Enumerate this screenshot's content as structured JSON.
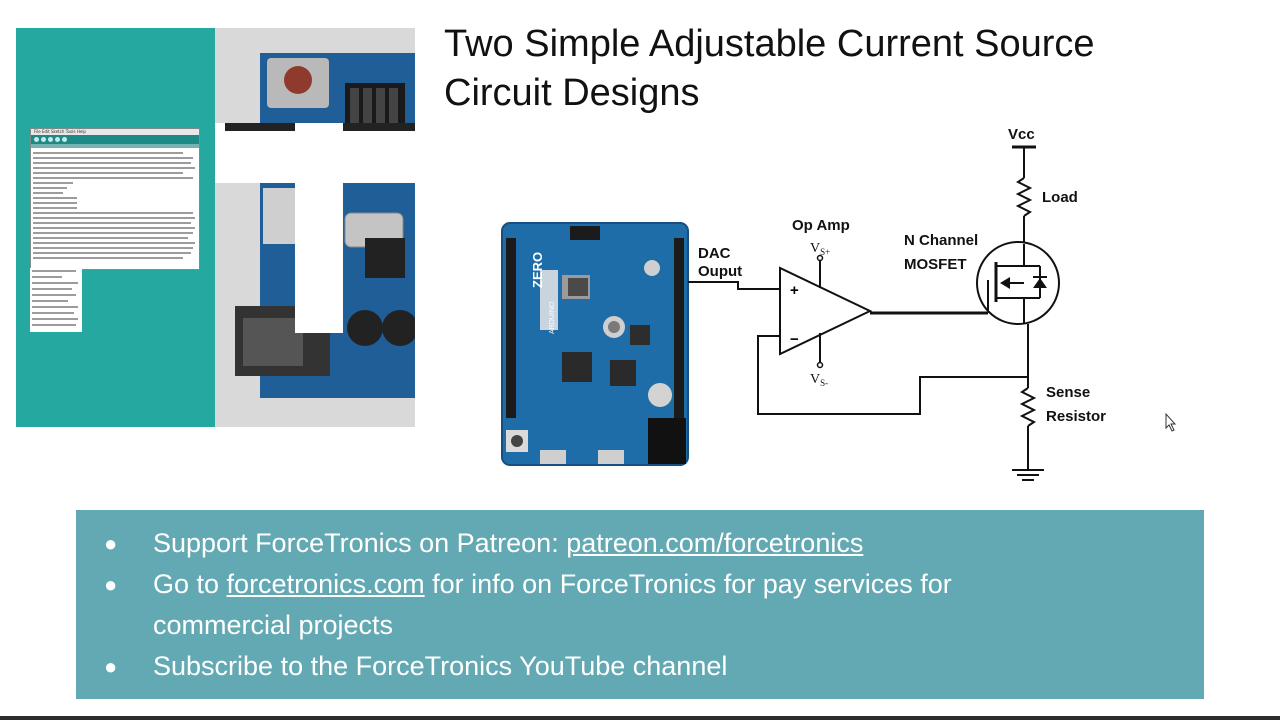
{
  "slide": {
    "title_line1": "Two Simple Adjustable Current Source",
    "title_line2": "Circuit Designs"
  },
  "logo": {
    "ide_menu": "File Edit Sketch Tools Help"
  },
  "diagram": {
    "vcc_label": "Vcc",
    "load_label": "Load",
    "opamp_label": "Op Amp",
    "vs_plus_base": "V",
    "vs_plus_sub": "S+",
    "vs_minus_base": "V",
    "vs_minus_sub": "S-",
    "plus_sign": "+",
    "minus_sign": "−",
    "dac_line1": "DAC",
    "dac_line2": "Ouput",
    "mosfet_line1": "N Channel",
    "mosfet_line2": "MOSFET",
    "sense_line1": "Sense",
    "sense_line2": "Resistor",
    "board_brand": "ZERO",
    "board_maker": "ARDUINO"
  },
  "bullets": {
    "dot": "●",
    "b1_text": "Support ForceTronics on Patreon: ",
    "b1_link": "patreon.com/forcetronics",
    "b2_prefix": "Go to ",
    "b2_link": "forcetronics.com",
    "b2_suffix": " for info on ForceTronics for pay services for commercial projects",
    "b3_text": "Subscribe to the ForceTronics YouTube channel"
  },
  "colors": {
    "teal_panel": "#25a8a0",
    "bullet_box": "#63a9b3",
    "board_blue": "#1f6da8"
  }
}
